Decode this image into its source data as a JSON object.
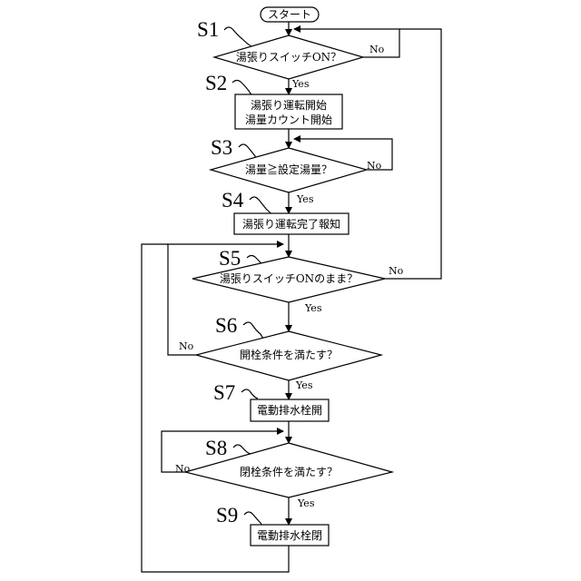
{
  "start_label": "スタート",
  "steps": [
    {
      "id": "S1",
      "label": "湯張りスイッチON？"
    },
    {
      "id": "S2",
      "label_lines": [
        "湯張り運転開始",
        "湯量カウント開始"
      ]
    },
    {
      "id": "S3",
      "label": "湯量≧設定湯量？"
    },
    {
      "id": "S4",
      "label": "湯張り運転完了報知"
    },
    {
      "id": "S5",
      "label": "湯張りスイッチONのまま？"
    },
    {
      "id": "S6",
      "label": "開栓条件を満たす？"
    },
    {
      "id": "S7",
      "label": "電動排水栓開"
    },
    {
      "id": "S8",
      "label": "閉栓条件を満たす？"
    },
    {
      "id": "S9",
      "label": "電動排水栓閉"
    }
  ],
  "branch": {
    "yes": "Yes",
    "no": "No"
  }
}
